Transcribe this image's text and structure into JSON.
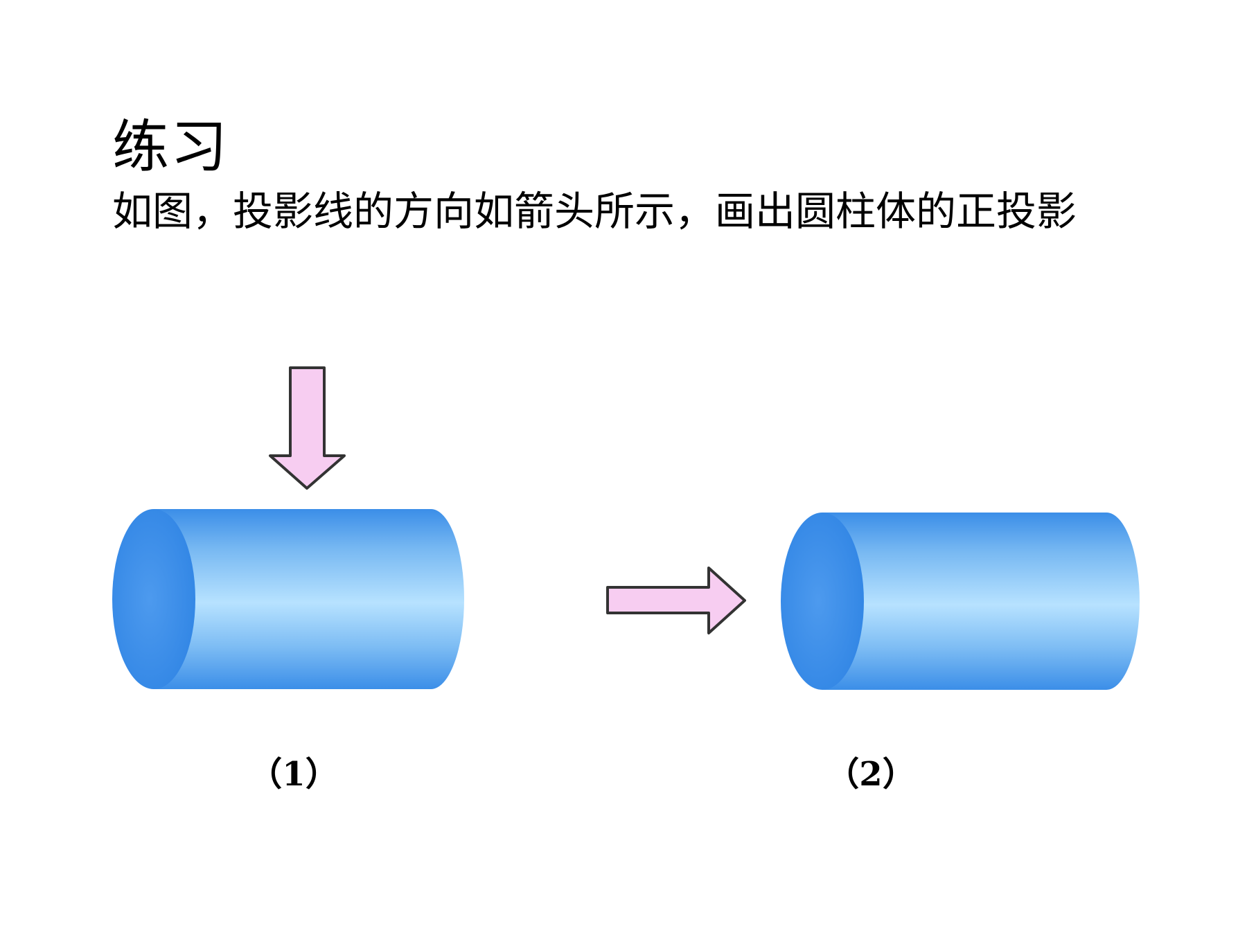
{
  "title": "练习",
  "instruction": "如图，投影线的方向如箭头所示，画出圆柱体的正投影",
  "figures": [
    {
      "label": "（1）",
      "arrow_direction": "down",
      "object": "cylinder"
    },
    {
      "label": "（2）",
      "arrow_direction": "right",
      "object": "cylinder"
    }
  ],
  "colors": {
    "cylinder_dark": "#3b8ee8",
    "cylinder_light": "#b7e2ff",
    "arrow_fill": "#f7cdf1",
    "arrow_stroke": "#333333"
  }
}
